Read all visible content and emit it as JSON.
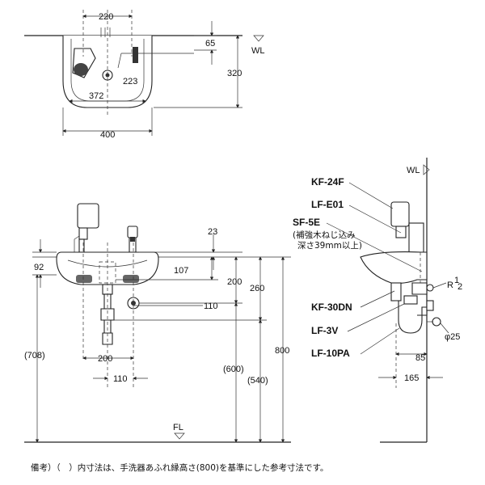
{
  "top_view": {
    "dim_220": "220",
    "dim_65": "65",
    "dim_320": "320",
    "dim_223": "223",
    "dim_372": "372",
    "dim_400": "400",
    "wl": "WL"
  },
  "front_view": {
    "dim_23": "23",
    "dim_92": "92",
    "dim_107": "107",
    "dim_200v": "200",
    "dim_260": "260",
    "dim_110h": "110",
    "dim_708": "(708)",
    "dim_200h": "200",
    "dim_110b": "110",
    "dim_600": "(600)",
    "dim_540": "(540)",
    "dim_800": "800",
    "fl": "FL"
  },
  "side_view": {
    "wl": "WL",
    "kf24f": "KF-24F",
    "lfe01": "LF-E01",
    "sf5e": "SF-5E",
    "sf5e_note1": "(補強木ねじ込み",
    "sf5e_note2": "深さ39mm以上)",
    "r_half": "R",
    "r_half_num": "1",
    "r_half_den": "2",
    "kf30dn": "KF-30DN",
    "lf3v": "LF-3V",
    "lf10pa": "LF-10PA",
    "phi25": "φ25",
    "dim_85": "85",
    "dim_165": "165"
  },
  "footnote": "備考）（　）内寸法は、手洗器あふれ縁高さ(800)を基準にした参考寸法です。"
}
